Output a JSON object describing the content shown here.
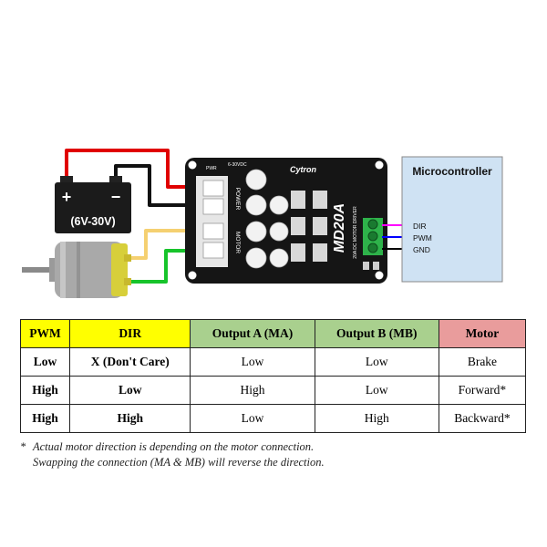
{
  "battery": {
    "plus": "+",
    "minus": "−",
    "range": "(6V-30V)"
  },
  "board": {
    "brand": "Cytron",
    "model": "MD20A",
    "subtitle": "20A DC MOTOR DRIVER",
    "power_label": "POWER",
    "motor_label": "MOTOR",
    "vin_label": "6-30VDC",
    "pwr_label": "PWR"
  },
  "microcontroller": {
    "title": "Microcontroller"
  },
  "signals": [
    {
      "label": "DIR",
      "color": "#ff00ff"
    },
    {
      "label": "PWM",
      "color": "#0000ff"
    },
    {
      "label": "GND",
      "color": "#000000"
    }
  ],
  "wire_colors": {
    "red": "#e00000",
    "black": "#111111",
    "yellow": "#f5d071",
    "green": "#17c42b"
  },
  "table": {
    "headers": [
      "PWM",
      "DIR",
      "Output A (MA)",
      "Output B (MB)",
      "Motor"
    ],
    "header_colors": [
      "#ffff00",
      "#ffff00",
      "#a9d08e",
      "#a9d08e",
      "#e99c9c"
    ],
    "rows": [
      [
        "Low",
        "X (Don't Care)",
        "Low",
        "Low",
        "Brake"
      ],
      [
        "High",
        "Low",
        "High",
        "Low",
        "Forward*"
      ],
      [
        "High",
        "High",
        "Low",
        "High",
        "Backward*"
      ]
    ]
  },
  "note": {
    "star": "*",
    "line1": "Actual motor direction is depending on the motor connection.",
    "line2": "Swapping the connection (MA & MB) will reverse the direction."
  }
}
